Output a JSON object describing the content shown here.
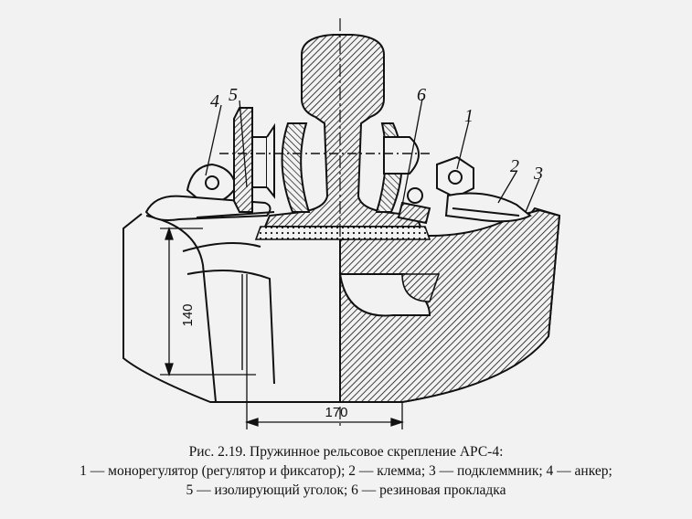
{
  "figure": {
    "callouts": [
      "1",
      "2",
      "3",
      "4",
      "5",
      "6"
    ],
    "dimensions": {
      "height": "140",
      "width": "170"
    }
  },
  "caption": {
    "title": "Рис. 2.19. Пружинное рельсовое скрепление АРС-4:",
    "legend_line1": "1 — монорегулятор (регулятор и фиксатор); 2 — клемма; 3 — подклеммник; 4 — анкер;",
    "legend_line2": "5 — изолирующий уголок; 6 — резиновая прокладка"
  },
  "colors": {
    "ink": "#111111",
    "paper": "#f2f2f2",
    "bleed_text": "#d9d9d9"
  }
}
